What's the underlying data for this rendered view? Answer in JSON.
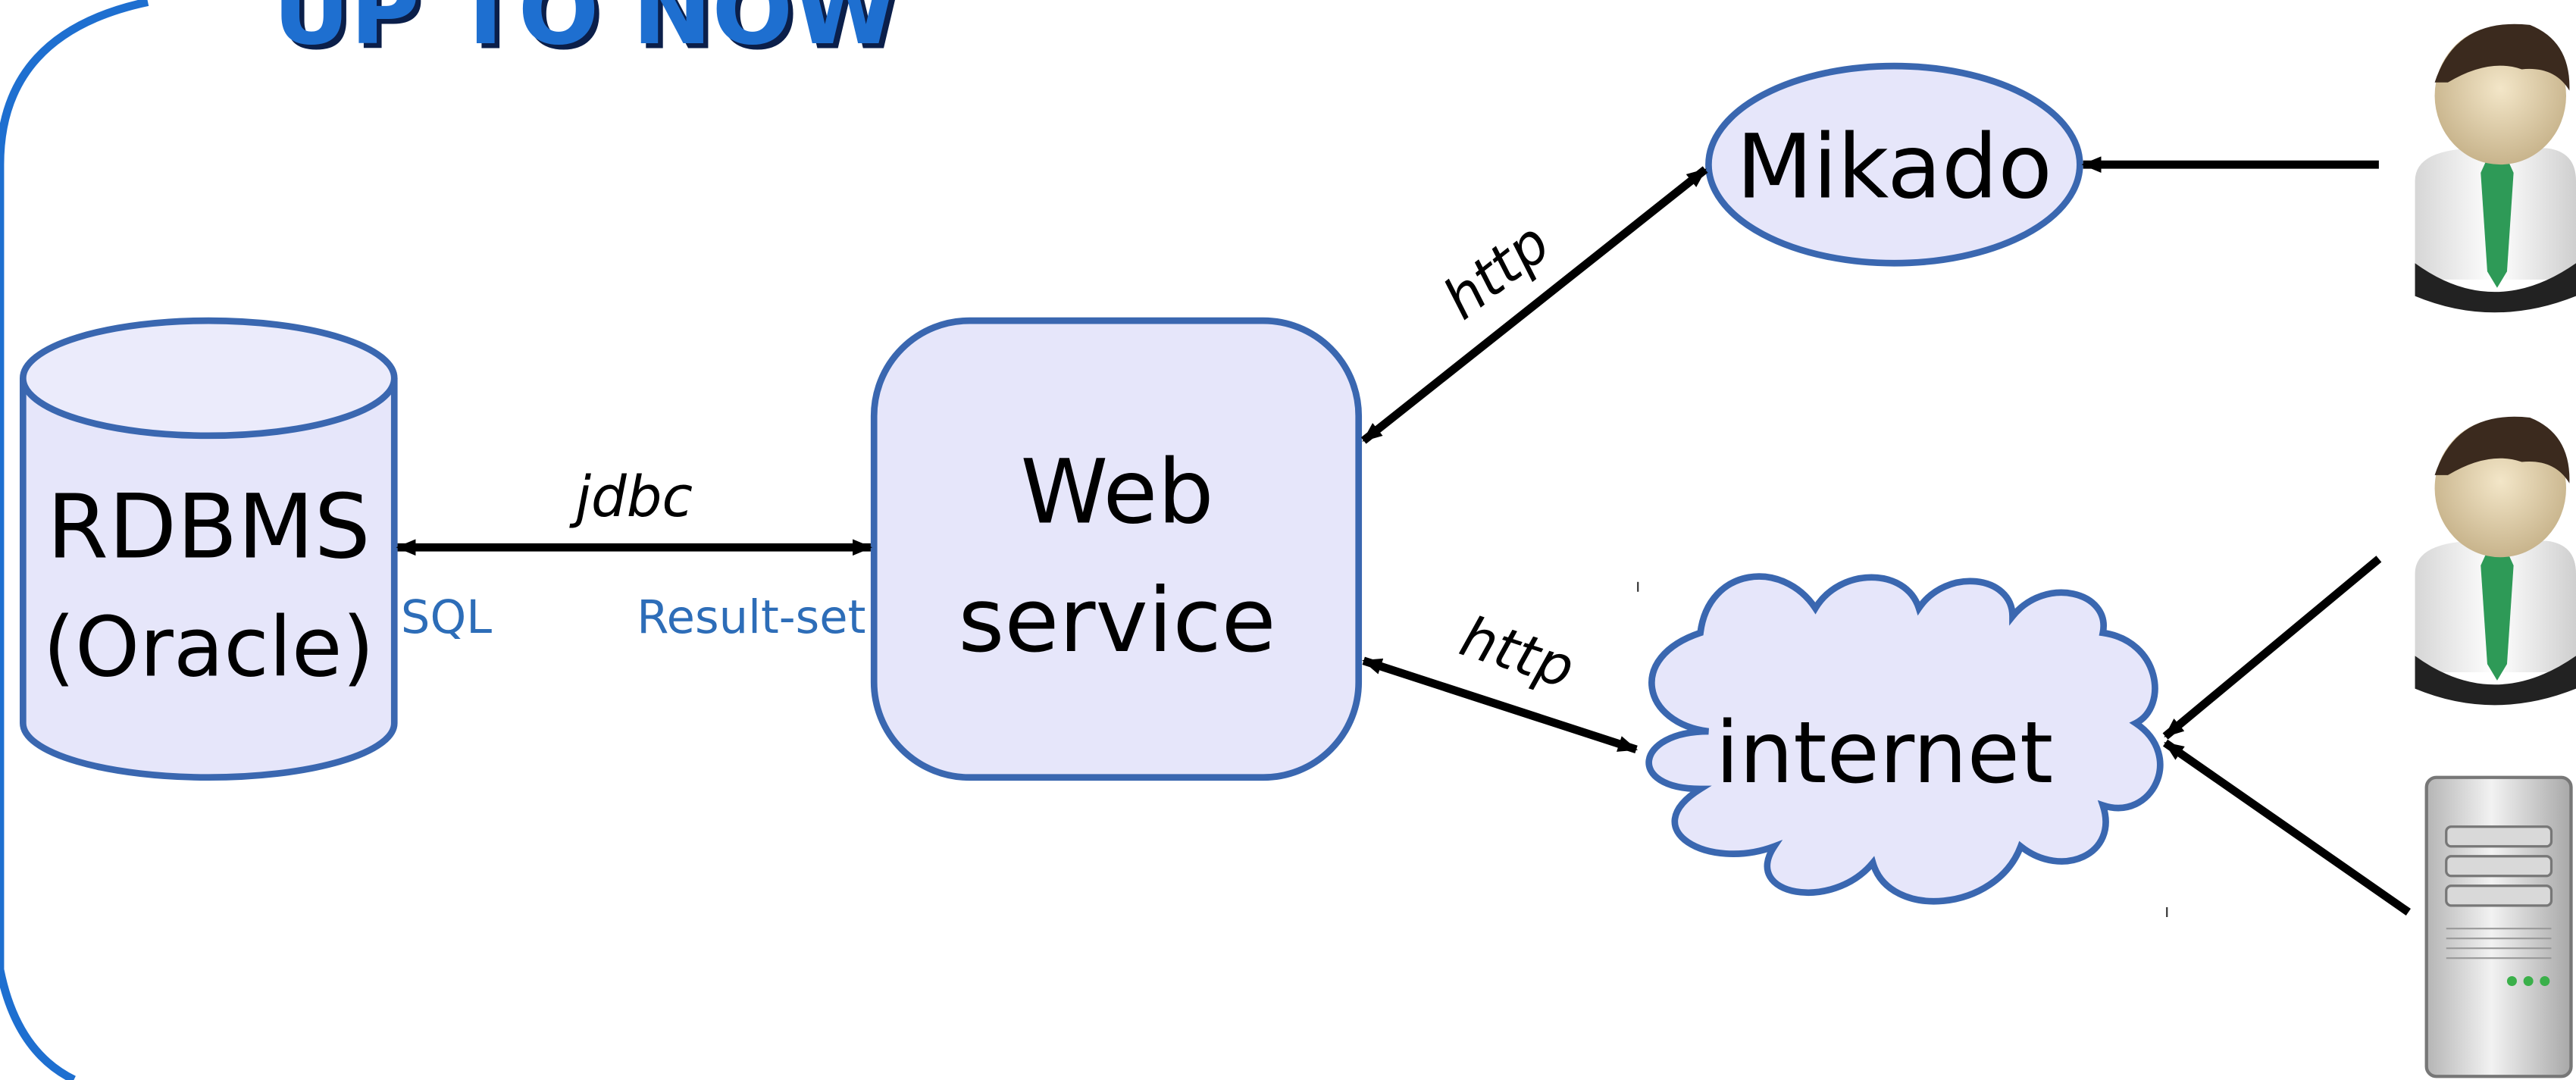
{
  "title": "UP TO NOW",
  "nodes": {
    "rdbms": {
      "line1": "RDBMS",
      "line2": "(Oracle)"
    },
    "web_service": {
      "line1": "Web",
      "line2": "service"
    },
    "mikado": {
      "label": "Mikado"
    },
    "internet": {
      "label": "internet"
    }
  },
  "edges": {
    "jdbc": {
      "label": "jdbc",
      "left_sub": "SQL",
      "right_sub": "Result-set"
    },
    "http_top": {
      "label": "http"
    },
    "http_bottom": {
      "label": "http"
    }
  },
  "actors": {
    "user_top": {
      "icon": "user-icon"
    },
    "user_middle": {
      "icon": "user-icon"
    },
    "server": {
      "icon": "server-icon"
    }
  },
  "colors": {
    "title": "#1e6fd0",
    "title_shadow": "#0b1f4a",
    "node_fill": "#e6e6fa",
    "node_stroke": "#3a67b0",
    "sublabel": "#2d6db8",
    "frame": "#1e6fd0",
    "arrow": "#000000"
  }
}
